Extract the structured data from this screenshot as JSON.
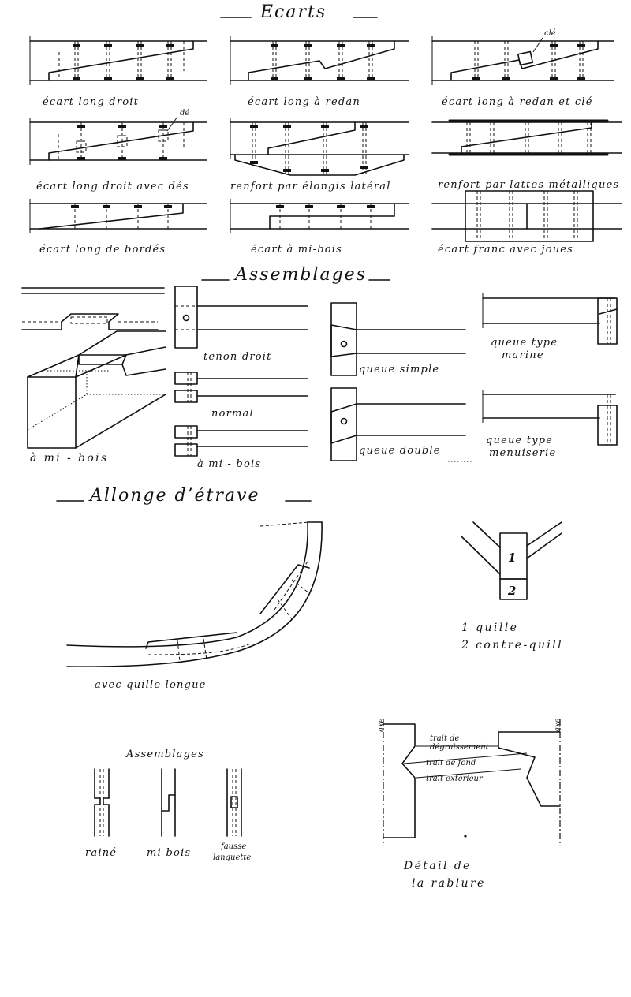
{
  "titles": {
    "ecarts": "Ecarts",
    "assemblages": "Assemblages",
    "allonge": "Allonge  d’étrave"
  },
  "ecarts": {
    "long_droit": "écart long droit",
    "long_redan": "écart long à redan",
    "long_redan_cle": "écart long à redan et clé",
    "cle": "clé",
    "long_droit_des": "écart long droit avec dés",
    "de": "dé",
    "renfort_elongis": "renfort par élongis latéral",
    "renfort_lattes": "renfort par lattes métalliques",
    "long_bordes": "écart long de bordés",
    "mi_bois": "écart à mi-bois",
    "franc_joues": "écart franc avec joues"
  },
  "assemblages": {
    "mi_bois_big": "à mi - bois",
    "tenon_droit": "tenon droit",
    "normal": "normal",
    "mi_bois_small": "à mi - bois",
    "queue_simple": "queue simple",
    "queue_double": "queue double",
    "queue_marine_1": "queue type",
    "queue_marine_2": "marine",
    "queue_menuiserie_1": "queue type",
    "queue_menuiserie_2": "menuiserie"
  },
  "allonge": {
    "avec_quille": "avec quille longue",
    "quille_1": "1",
    "quille_2": "2",
    "legend_1": "1 quille",
    "legend_2": "2 contre-quill"
  },
  "bordes": {
    "title": "Assemblages",
    "raine": "rainé",
    "mi_bois": "mi-bois",
    "fausse_1": "fausse",
    "fausse_2": "languette"
  },
  "rablure": {
    "axe_left": "axe",
    "axe_right": "axe",
    "trait_deg_1": "trait de",
    "trait_deg_2": "dégraissement",
    "trait_fond": "trait de fond",
    "trait_ext": "trait extérieur",
    "detail_1": "Détail de",
    "detail_2": "la rablure"
  }
}
